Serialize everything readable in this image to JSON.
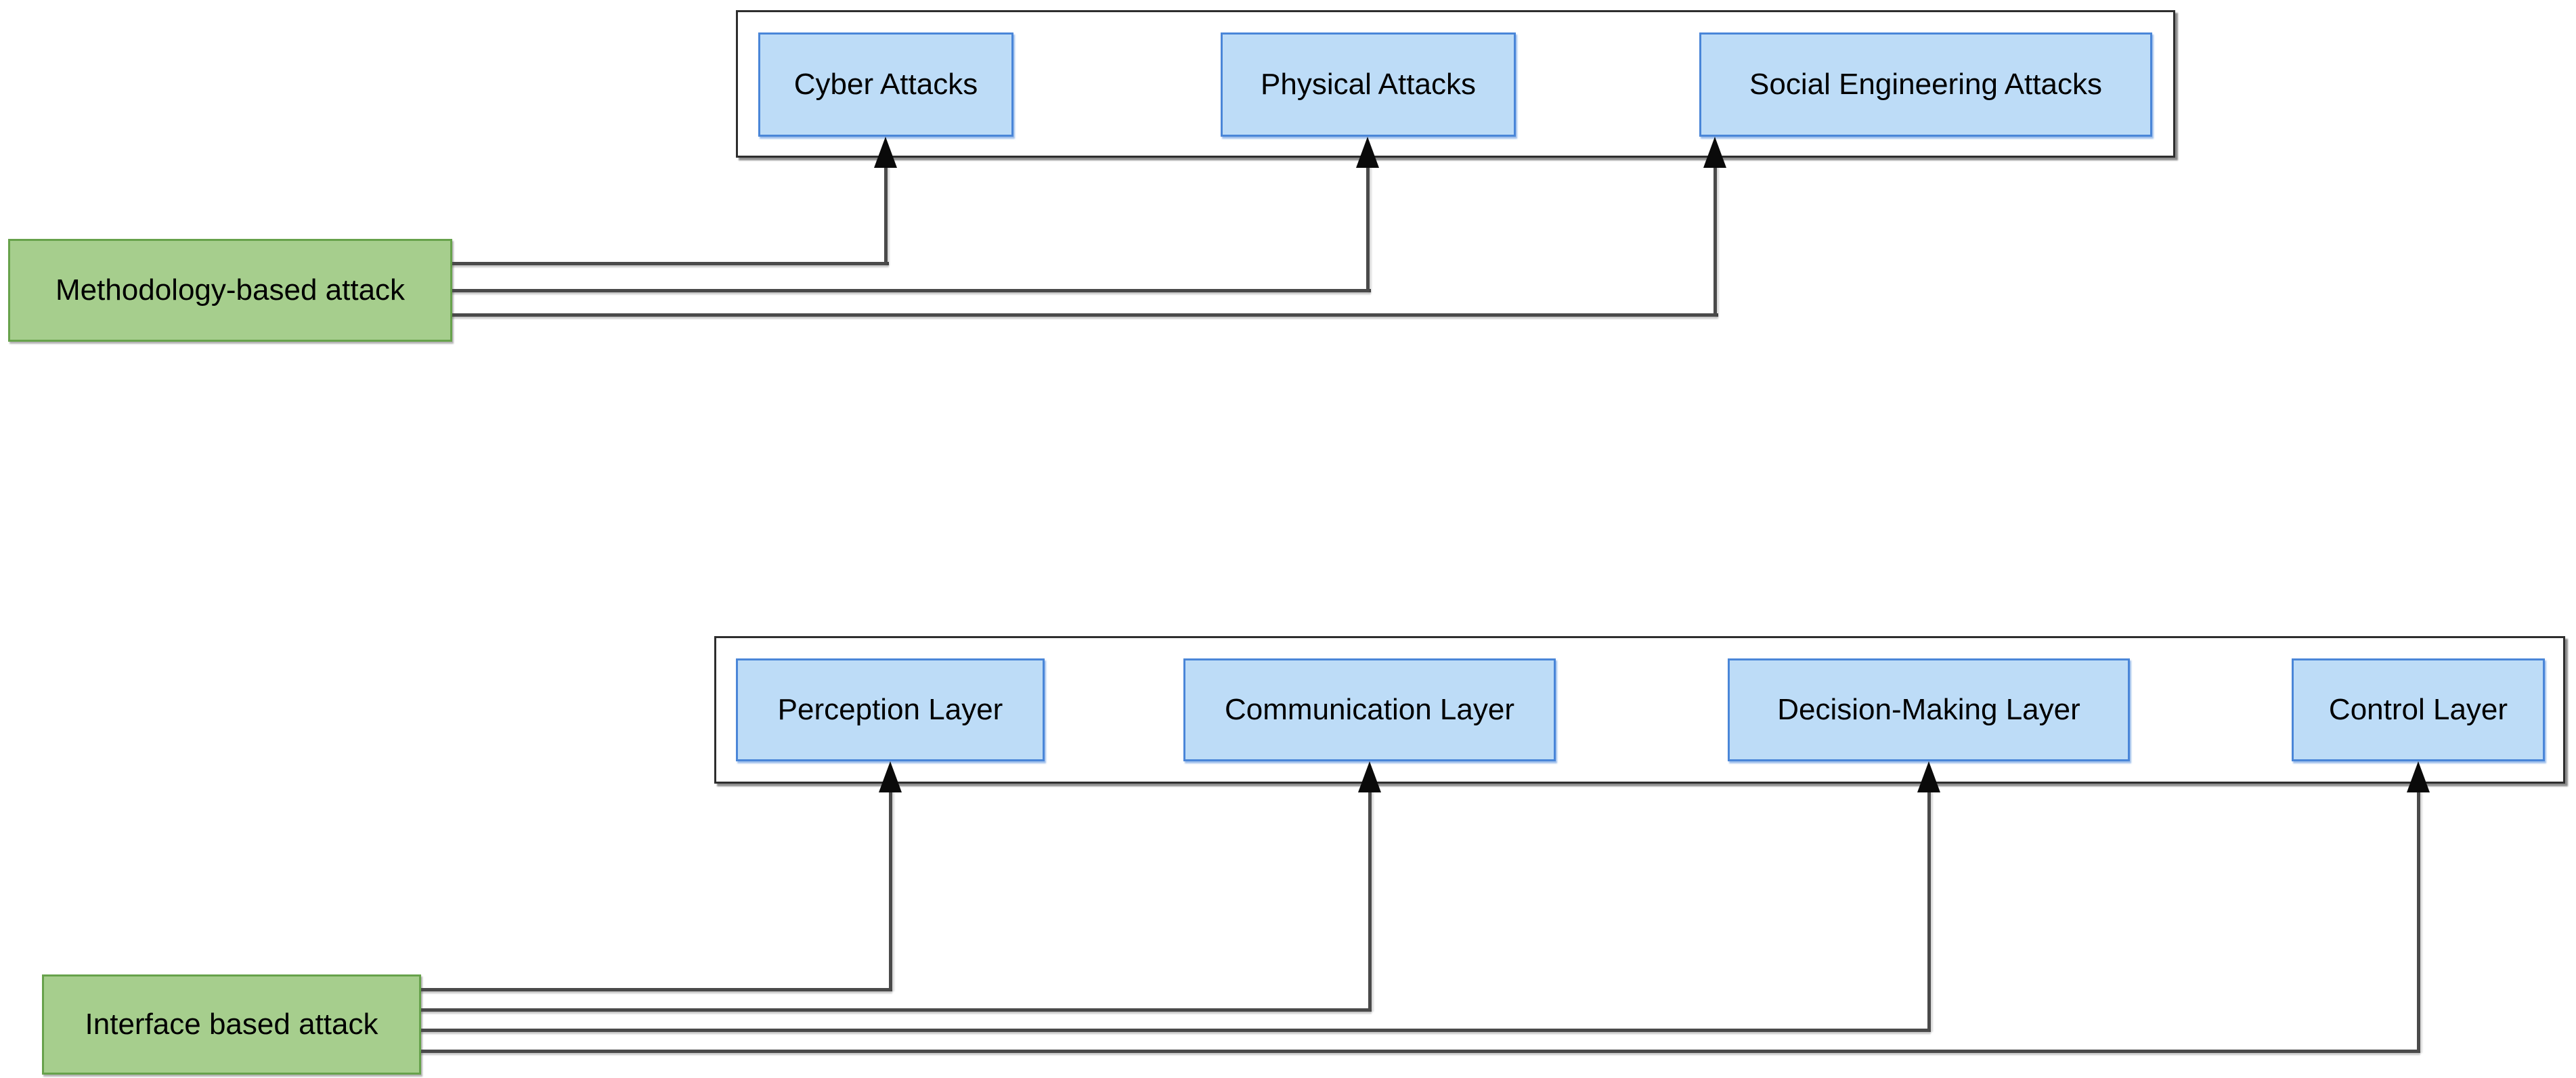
{
  "diagram_title": "",
  "colors": {
    "target_node_fill": "#bddcf7",
    "target_node_border": "#4a86d8",
    "source_node_fill": "#a6ce8d",
    "source_node_border": "#67a24b",
    "container_border": "#2e2e2e",
    "connector_line": "#4a4a4a",
    "arrowhead": "#0a0a0a",
    "background": "#ffffff"
  },
  "top_group": {
    "source_label": "Methodology-based attack",
    "targets": [
      {
        "label": "Cyber Attacks"
      },
      {
        "label": "Physical Attacks"
      },
      {
        "label": "Social Engineering Attacks"
      }
    ]
  },
  "bottom_group": {
    "source_label": "Interface based attack",
    "targets": [
      {
        "label": "Perception Layer"
      },
      {
        "label": "Communication Layer"
      },
      {
        "label": "Decision-Making Layer"
      },
      {
        "label": "Control Layer"
      }
    ]
  },
  "edges": [
    {
      "from": "Methodology-based attack",
      "to": "Cyber Attacks"
    },
    {
      "from": "Methodology-based attack",
      "to": "Physical Attacks"
    },
    {
      "from": "Methodology-based attack",
      "to": "Social Engineering Attacks"
    },
    {
      "from": "Interface based attack",
      "to": "Perception Layer"
    },
    {
      "from": "Interface based attack",
      "to": "Communication Layer"
    },
    {
      "from": "Interface based attack",
      "to": "Decision-Making Layer"
    },
    {
      "from": "Interface based attack",
      "to": "Control Layer"
    }
  ]
}
